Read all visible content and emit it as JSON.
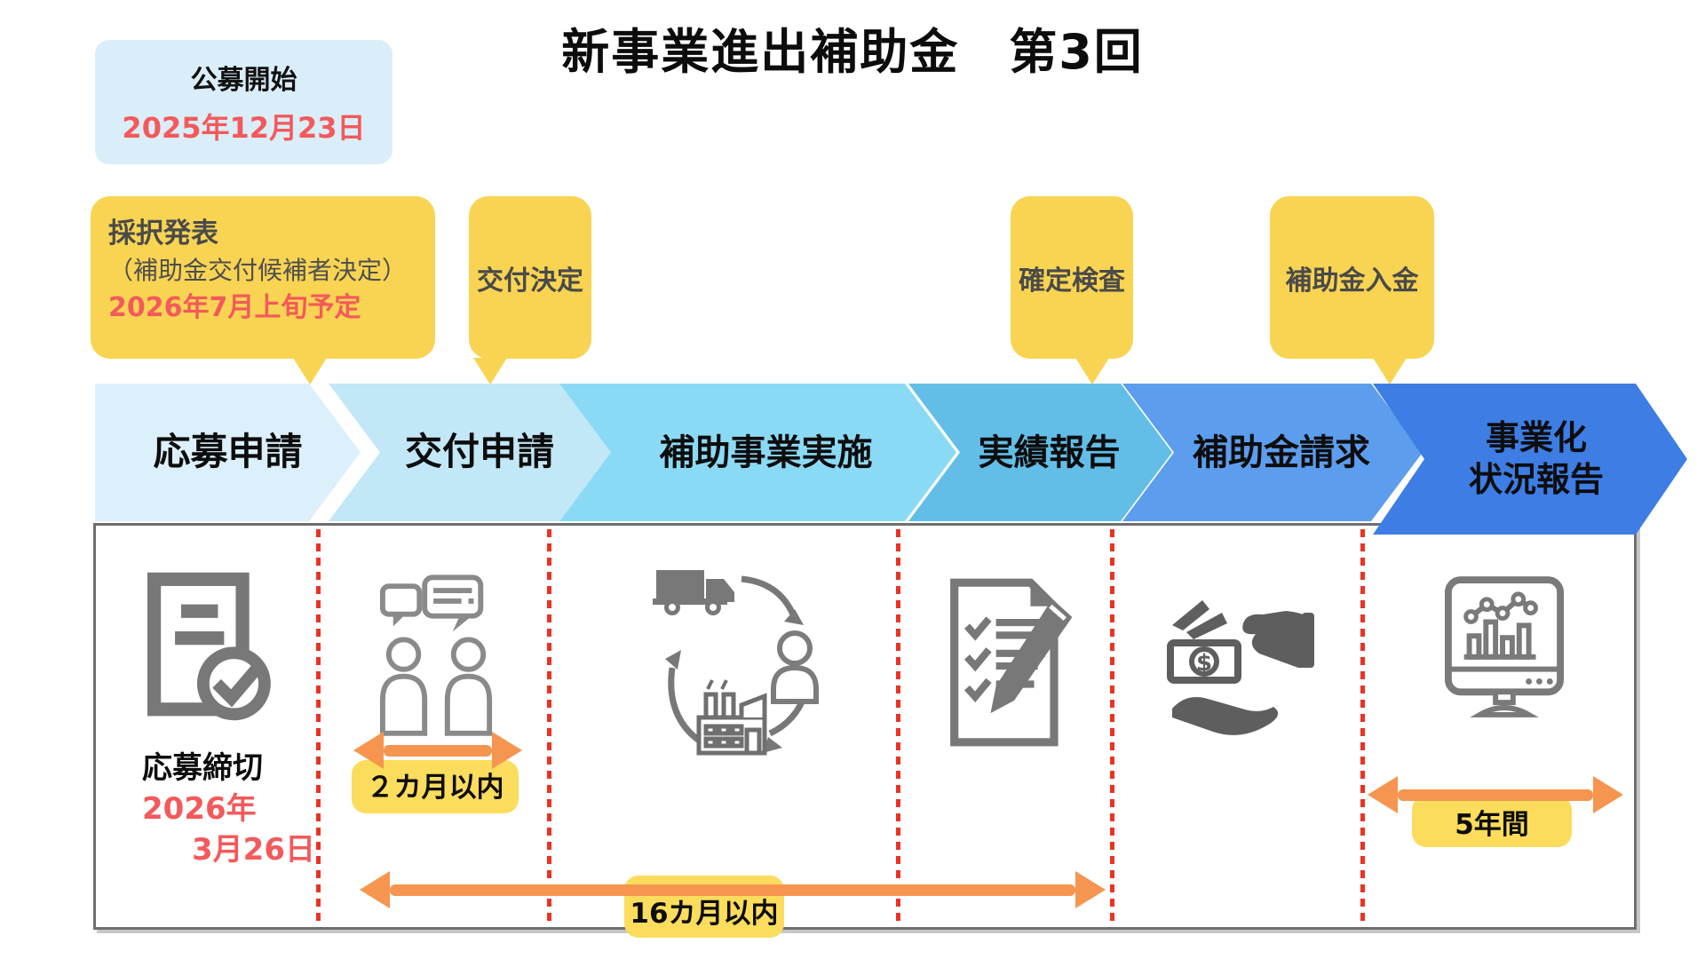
{
  "title": "新事業進出補助金　第3回",
  "announcement_box": {
    "label": "公募開始",
    "date": "2025年12月23日"
  },
  "callouts": {
    "adoption": {
      "title": "採択発表",
      "subtitle": "（補助金交付候補者決定）",
      "date": "2026年7月上旬予定"
    },
    "grant_decision": {
      "label": "交付決定"
    },
    "final_inspection": {
      "label": "確定検査"
    },
    "subsidy_payment": {
      "label": "補助金入金"
    }
  },
  "steps": [
    {
      "label": "応募申請",
      "icon": "document-check-icon"
    },
    {
      "label": "交付申請",
      "icon": "people-consult-icon"
    },
    {
      "label": "補助事業実施",
      "icon": "business-cycle-icon"
    },
    {
      "label": "実績報告",
      "icon": "checklist-pen-icon"
    },
    {
      "label": "補助金請求",
      "icon": "money-hand-icon"
    },
    {
      "label": "事業化\n状況報告",
      "icon": "monitor-chart-icon"
    }
  ],
  "deadline": {
    "label": "応募締切",
    "year": "2026年",
    "date": "3月26日"
  },
  "durations": {
    "two_months": "２カ月以内",
    "sixteen_months": "16カ月以内",
    "five_years": "5年間"
  },
  "colors": {
    "accent_red": "#F4595B",
    "bubble_yellow": "#F8D452",
    "label_yellow": "#FBDC5C",
    "arrow_orange": "#F6954F",
    "divider_red": "#EB3323",
    "start_box_blue": "#D9EEF9",
    "step_colors": [
      "#DCF0FB",
      "#C2E7F7",
      "#8BDAF5",
      "#62BEE7",
      "#5C9DEE",
      "#3D7DE4"
    ]
  }
}
